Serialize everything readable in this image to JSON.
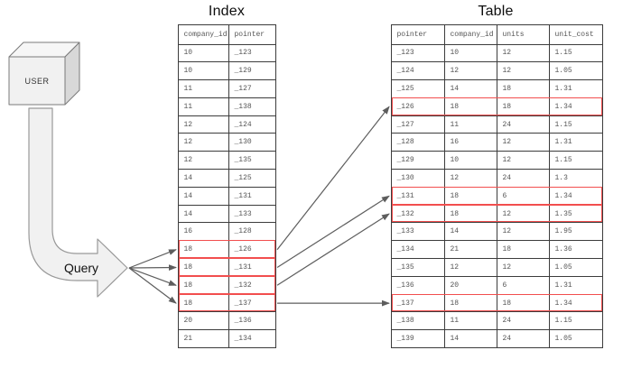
{
  "user": {
    "label": "USER"
  },
  "query": {
    "label": "Query"
  },
  "index_table": {
    "title": "Index",
    "columns": [
      "company_id",
      "pointer"
    ],
    "rows": [
      [
        "10",
        "_123"
      ],
      [
        "10",
        "_129"
      ],
      [
        "11",
        "_127"
      ],
      [
        "11",
        "_138"
      ],
      [
        "12",
        "_124"
      ],
      [
        "12",
        "_130"
      ],
      [
        "12",
        "_135"
      ],
      [
        "14",
        "_125"
      ],
      [
        "14",
        "_131"
      ],
      [
        "14",
        "_133"
      ],
      [
        "16",
        "_128"
      ],
      [
        "18",
        "_126"
      ],
      [
        "18",
        "_131"
      ],
      [
        "18",
        "_132"
      ],
      [
        "18",
        "_137"
      ],
      [
        "20",
        "_136"
      ],
      [
        "21",
        "_134"
      ]
    ],
    "highlighted_rows": [
      11,
      12,
      13,
      14
    ]
  },
  "data_table": {
    "title": "Table",
    "columns": [
      "pointer",
      "company_id",
      "units",
      "unit_cost"
    ],
    "rows": [
      [
        "_123",
        "10",
        "12",
        "1.15"
      ],
      [
        "_124",
        "12",
        "12",
        "1.05"
      ],
      [
        "_125",
        "14",
        "18",
        "1.31"
      ],
      [
        "_126",
        "18",
        "18",
        "1.34"
      ],
      [
        "_127",
        "11",
        "24",
        "1.15"
      ],
      [
        "_128",
        "16",
        "12",
        "1.31"
      ],
      [
        "_129",
        "10",
        "12",
        "1.15"
      ],
      [
        "_130",
        "12",
        "24",
        "1.3"
      ],
      [
        "_131",
        "18",
        "6",
        "1.34"
      ],
      [
        "_132",
        "18",
        "12",
        "1.35"
      ],
      [
        "_133",
        "14",
        "12",
        "1.95"
      ],
      [
        "_134",
        "21",
        "18",
        "1.36"
      ],
      [
        "_135",
        "12",
        "12",
        "1.05"
      ],
      [
        "_136",
        "20",
        "6",
        "1.31"
      ],
      [
        "_137",
        "18",
        "18",
        "1.34"
      ],
      [
        "_138",
        "11",
        "24",
        "1.15"
      ],
      [
        "_139",
        "14",
        "24",
        "1.05"
      ]
    ],
    "highlighted_rows": [
      3,
      8,
      9,
      14
    ]
  },
  "links": [
    {
      "from": "_126",
      "to": "_126"
    },
    {
      "from": "_131",
      "to": "_131"
    },
    {
      "from": "_132",
      "to": "_132"
    },
    {
      "from": "_137",
      "to": "_137"
    }
  ],
  "colors": {
    "highlight": "#f24e4e",
    "table_border": "#3c3c3c",
    "arrow": "#5d5d5d",
    "cell_text": "#555555"
  }
}
